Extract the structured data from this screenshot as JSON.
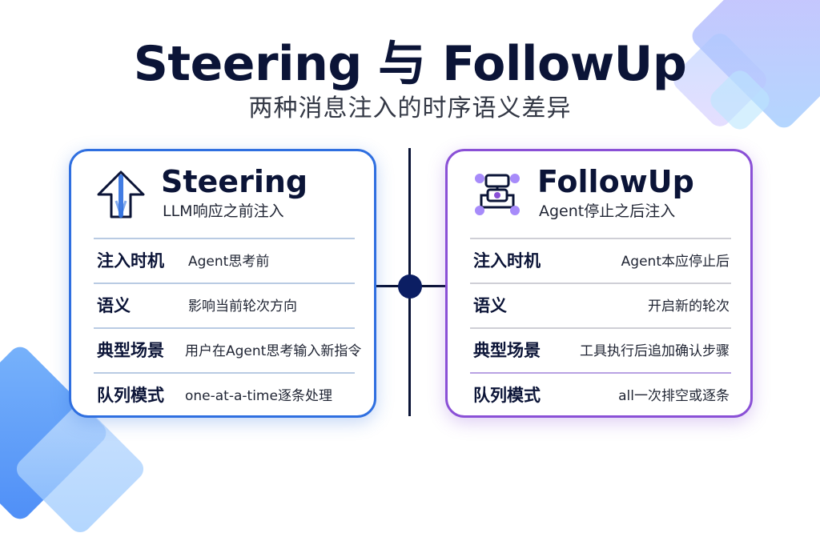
{
  "title": "Steering 与 FollowUp",
  "subtitle": "两种消息注入的时序语义差异",
  "colors": {
    "steering_accent": "#2f6fe0",
    "followup_accent": "#8a50d6",
    "text_dark": "#0b1437",
    "hub": "#0b1e63"
  },
  "cards": {
    "steering": {
      "icon": "up-arrow-icon",
      "title": "Steering",
      "subtitle": "LLM响应之前注入",
      "rows": [
        {
          "label": "注入时机",
          "value": "Agent思考前"
        },
        {
          "label": "语义",
          "value": "影响当前轮次方向"
        },
        {
          "label": "典型场景",
          "value": "用户在Agent思考输入新指令"
        },
        {
          "label": "队列模式",
          "value": "one-at-a-time逐条处理"
        }
      ]
    },
    "followup": {
      "icon": "flow-nodes-icon",
      "title": "FollowUp",
      "subtitle": "Agent停止之后注入",
      "rows": [
        {
          "label": "注入时机",
          "value": "Agent本应停止后"
        },
        {
          "label": "语义",
          "value": "开启新的轮次"
        },
        {
          "label": "典型场景",
          "value": "工具执行后追加确认步骤"
        },
        {
          "label": "队列模式",
          "value": "all一次排空或逐条"
        }
      ]
    }
  }
}
